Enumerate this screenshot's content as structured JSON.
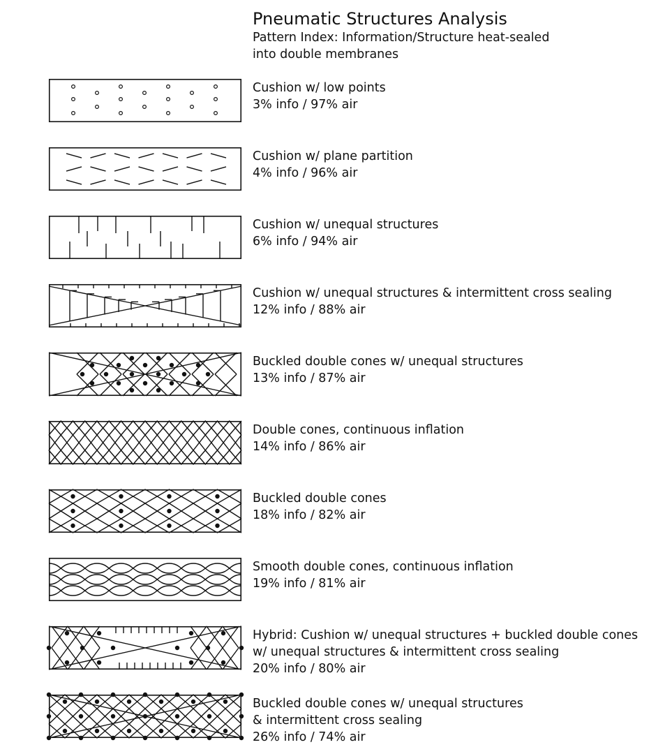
{
  "header": {
    "title": "Pneumatic Structures Analysis",
    "subtitle_line1": "Pattern Index: Information/Structure heat-sealed",
    "subtitle_line2": "into double membranes"
  },
  "patterns": [
    {
      "kind": "low-points",
      "lines": [
        "Cushion w/ low points",
        "3% info / 97% air"
      ]
    },
    {
      "kind": "plane-partition",
      "lines": [
        "Cushion w/ plane partition",
        "4% info / 96% air"
      ]
    },
    {
      "kind": "unequal-structures",
      "lines": [
        "Cushion w/ unequal structures",
        "6% info / 94% air"
      ]
    },
    {
      "kind": "cross-sealing",
      "lines": [
        "Cushion w/ unequal structures & intermittent cross sealing",
        "12% info / 88% air"
      ]
    },
    {
      "kind": "buckled-unequal",
      "lines": [
        "Buckled double cones w/ unequal structures",
        "13% info / 87% air"
      ]
    },
    {
      "kind": "double-cones",
      "lines": [
        "Double cones, continuous inflation",
        "14% info / 86% air"
      ]
    },
    {
      "kind": "buckled-cones",
      "lines": [
        "Buckled double cones",
        "18% info / 82% air"
      ]
    },
    {
      "kind": "smooth-cones",
      "lines": [
        "Smooth double cones, continuous inflation",
        "19% info / 81% air"
      ]
    },
    {
      "kind": "hybrid",
      "lines": [
        "Hybrid: Cushion w/ unequal structures + buckled double cones",
        "w/ unequal structures & intermittent cross sealing",
        "20% info / 80% air"
      ]
    },
    {
      "kind": "buckled-cross",
      "lines": [
        "Buckled double cones w/ unequal structures",
        "& intermittent cross sealing",
        "26% info / 74% air"
      ]
    }
  ]
}
